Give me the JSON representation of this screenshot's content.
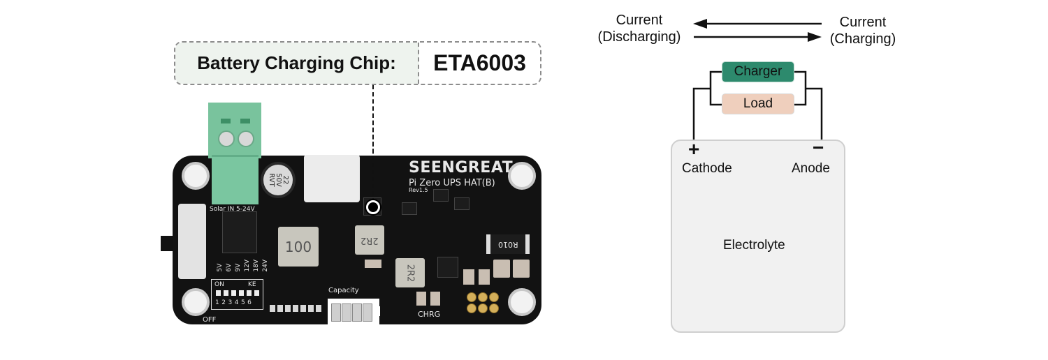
{
  "callout": {
    "label": "Battery Charging Chip:",
    "value": "ETA6003"
  },
  "board": {
    "brand": "SEENGREAT",
    "model": "Pi Zero UPS HAT(B)",
    "revision": "Rev1.5",
    "solar_label": "Solar IN 5-24V",
    "capacitor_lines": [
      "22",
      "50V",
      "RVT"
    ],
    "inductor_labels": [
      "100",
      "2R2",
      "2R2"
    ],
    "shunt_label": "R010",
    "dip_on": "ON",
    "dip_ke": "KE",
    "dip_off": "OFF",
    "dip_numbers": [
      "1",
      "2",
      "3",
      "4",
      "5",
      "6"
    ],
    "voltage_labels": [
      "5V",
      "6V",
      "9V",
      "12V",
      "18V",
      "24V"
    ],
    "capacity_label": "Capacity",
    "chrg_label": "CHRG",
    "capacity_cells": 4
  },
  "diagram": {
    "current_discharging": [
      "Current",
      "(Discharging)"
    ],
    "current_charging": [
      "Current",
      "(Charging)"
    ],
    "charger_label": "Charger",
    "load_label": "Load",
    "plus_sign": "+",
    "minus_sign": "−",
    "cathode_label": "Cathode",
    "anode_label": "Anode",
    "electrolyte_label": "Electrolyte",
    "colors": {
      "charger": "#2d8a6d",
      "load": "#efcfbd",
      "cell": "#f1f1f1"
    }
  }
}
